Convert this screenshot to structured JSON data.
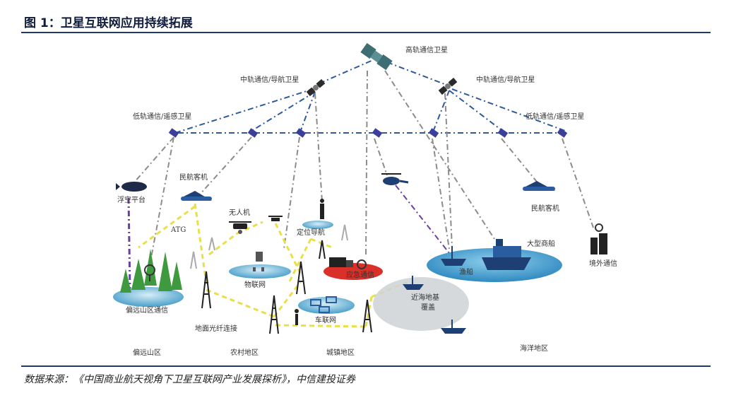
{
  "figure": {
    "title": "图 1：卫星互联网应用持续拓展",
    "source": "数据来源：《中国商业航天视角下卫星互联网产业发展探析》，中信建投证券"
  },
  "labels": {
    "geo_satellite": "高轨通信卫星",
    "meo_left": "中轨通信/导航卫星",
    "meo_right": "中轨通信/导航卫星",
    "leo_left": "低轨通信/遥感卫星",
    "leo_right": "低轨通信/遥感卫星",
    "civil_aircraft_left": "民航客机",
    "civil_aircraft_right": "民航客机",
    "stratospheric_platform": "浮空平台",
    "atg": "ATG",
    "drone": "无人机",
    "positioning": "定位导航",
    "iot": "物联网",
    "emergency": "应急通信",
    "large_ship": "大型商船",
    "fishing_boat": "渔船",
    "overseas": "境外通信",
    "remote_comm": "偏远山区通信",
    "fiber": "地面光纤连接",
    "vehicle_net": "车联网",
    "offshore_base": "近海地基",
    "coverage": "覆盖",
    "remote_region": "偏远山区",
    "rural_region": "农村地区",
    "urban_region": "城镇地区",
    "ocean_region": "海洋地区"
  },
  "colors": {
    "title_navy": "#0f1c3c",
    "rule_navy": "#1f3b66",
    "sat_link_blue": "#2e5a9a",
    "sat_link_gray": "#8c8c8c",
    "sat_link_purple": "#6b3fa0",
    "ground_link_yellow": "#e8e04a",
    "ground_disc_blue": "#4a9fc9",
    "emergency_red": "#d9302a",
    "ocean_blue": "#3a93c6",
    "offshore_gray": "#cfd2d6",
    "tree_green": "#3f9a3f"
  }
}
